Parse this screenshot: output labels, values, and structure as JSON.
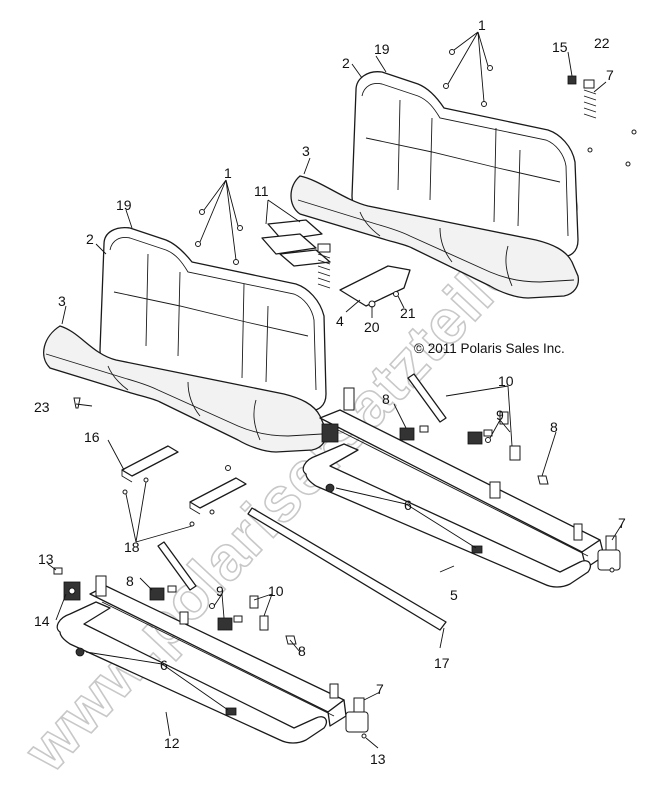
{
  "watermark": "www.polarisersatzteile.de",
  "copyright": "© 2011 Polaris Sales Inc.",
  "callouts": [
    {
      "id": "c1a",
      "label": "1"
    },
    {
      "id": "c19a",
      "label": "19"
    },
    {
      "id": "c2a",
      "label": "2"
    },
    {
      "id": "c15",
      "label": "15"
    },
    {
      "id": "c22",
      "label": "22"
    },
    {
      "id": "c7a",
      "label": "7"
    },
    {
      "id": "c3a",
      "label": "3"
    },
    {
      "id": "c1b",
      "label": "1"
    },
    {
      "id": "c11",
      "label": "11"
    },
    {
      "id": "c19b",
      "label": "19"
    },
    {
      "id": "c2b",
      "label": "2"
    },
    {
      "id": "c3b",
      "label": "3"
    },
    {
      "id": "c4",
      "label": "4"
    },
    {
      "id": "c20",
      "label": "20"
    },
    {
      "id": "c21",
      "label": "21"
    },
    {
      "id": "c10a",
      "label": "10"
    },
    {
      "id": "c23",
      "label": "23"
    },
    {
      "id": "c8a",
      "label": "8"
    },
    {
      "id": "c9a",
      "label": "9"
    },
    {
      "id": "c8b",
      "label": "8"
    },
    {
      "id": "c16",
      "label": "16"
    },
    {
      "id": "c6a",
      "label": "6"
    },
    {
      "id": "c7b",
      "label": "7"
    },
    {
      "id": "c18",
      "label": "18"
    },
    {
      "id": "c5",
      "label": "5"
    },
    {
      "id": "c13a",
      "label": "13"
    },
    {
      "id": "c8c",
      "label": "8"
    },
    {
      "id": "c9b",
      "label": "9"
    },
    {
      "id": "c10b",
      "label": "10"
    },
    {
      "id": "c14",
      "label": "14"
    },
    {
      "id": "c8d",
      "label": "8"
    },
    {
      "id": "c6b",
      "label": "6"
    },
    {
      "id": "c17",
      "label": "17"
    },
    {
      "id": "c7c",
      "label": "7"
    },
    {
      "id": "c12",
      "label": "12"
    },
    {
      "id": "c13b",
      "label": "13"
    }
  ]
}
